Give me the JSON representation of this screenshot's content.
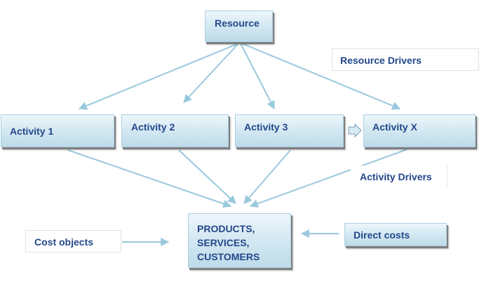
{
  "nodes": {
    "resource": "Resource",
    "activity_1": "Activity 1",
    "activity_2": "Activity 2",
    "activity_3": "Activity 3",
    "activity_x": "Activity X",
    "products": "PRODUCTS, SERVICES, CUSTOMERS",
    "direct_costs": "Direct costs"
  },
  "labels": {
    "resource_drivers": "Resource Drivers",
    "activity_drivers": "Activity Drivers",
    "cost_objects": "Cost objects"
  },
  "colors": {
    "arrow": "#9ac9dc",
    "box_text": "#24478a",
    "box_fill": "#d5e9f3",
    "box_shadow": "#7e7e7e"
  }
}
